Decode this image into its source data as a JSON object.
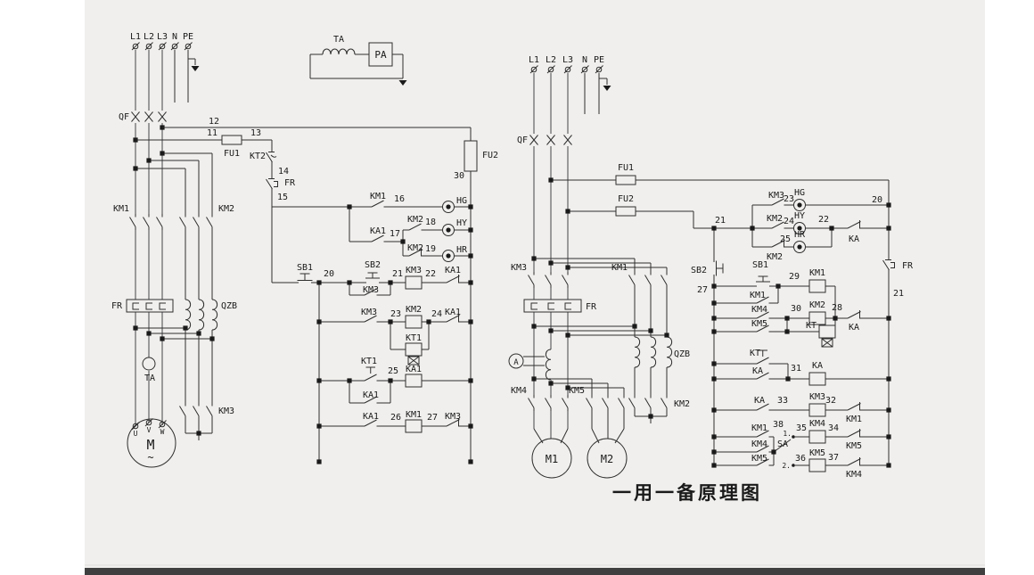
{
  "title": "一用一备原理图",
  "colors": {
    "background": "#f0efed",
    "line": "#2f2f2f",
    "power_line": "#9a9a9a",
    "bottom_bar": "#3f3f3f",
    "page": "#ffffff"
  },
  "left": {
    "phases": [
      "L1",
      "L2",
      "L3",
      "N",
      "PE"
    ],
    "qf": "QF",
    "w12": "12",
    "w11": "11",
    "fu1": "FU1",
    "w13": "13",
    "kt2": "KT2",
    "w14": "14",
    "fr_contact": "FR",
    "w15": "15",
    "km1": "KM1",
    "km2": "KM2",
    "fr": "FR",
    "qzb": "QZB",
    "ta": "TA",
    "km3": "KM3",
    "u": "U",
    "v": "V",
    "w": "W",
    "motor": "M",
    "wave": "~"
  },
  "meter": {
    "ta": "TA",
    "pa": "PA"
  },
  "lctrl": {
    "fu2": "FU2",
    "w30": "30",
    "r1": {
      "km1": "KM1",
      "w16": "16",
      "hg": "HG"
    },
    "r2": {
      "ka1": "KA1",
      "w17": "17",
      "km2": "KM2",
      "w18": "18",
      "hy": "HY"
    },
    "r3": {
      "km2": "KM2",
      "w19": "19",
      "hr": "HR"
    },
    "r4": {
      "sb1": "SB1",
      "w20": "20",
      "sb2": "SB2",
      "km3p": "KM3",
      "w21": "21",
      "km3": "KM3",
      "w22": "22",
      "ka1": "KA1"
    },
    "r5": {
      "km3": "KM3",
      "w23": "23",
      "km2": "KM2",
      "w24": "24",
      "ka1": "KA1",
      "kt1": "KT1"
    },
    "r6": {
      "kt1": "KT1",
      "w25": "25",
      "ka1": "KA1",
      "ka1p": "KA1"
    },
    "r7": {
      "ka1": "KA1",
      "w26": "26",
      "km1": "KM1",
      "w27": "27",
      "km3": "KM3"
    }
  },
  "right": {
    "phases": [
      "L1",
      "L2",
      "L3",
      "N",
      "PE"
    ],
    "qf": "QF",
    "fu1": "FU1",
    "fu2": "FU2",
    "km3": "KM3",
    "km1": "KM1",
    "fr": "FR",
    "ammeter": "A",
    "qzb": "QZB",
    "km4": "KM4",
    "km5": "KM5",
    "km2": "KM2",
    "m1": "M1",
    "m2": "M2"
  },
  "rctrl": {
    "w21": "21",
    "w20": "20",
    "fr": "FR",
    "w21b": "21",
    "sb2": "SB2",
    "w27": "27",
    "lamps": {
      "km3": "KM3",
      "w23": "23",
      "hg": "HG",
      "km2": "KM2",
      "w24": "24",
      "hy": "HY",
      "w22": "22",
      "ka": "KA",
      "km2b": "KM2",
      "w25": "25",
      "hr": "HR"
    },
    "r1": {
      "sb1": "SB1",
      "km1p": "KM1",
      "w29": "29",
      "km1": "KM1"
    },
    "r2": {
      "km4": "KM4",
      "w30": "30",
      "km2": "KM2",
      "w28": "28",
      "ka": "KA"
    },
    "r3": {
      "km5": "KM5",
      "kt": "KT"
    },
    "r4": {
      "kt": "KT",
      "kap": "KA",
      "w31": "31",
      "ka": "KA"
    },
    "r5": {
      "ka": "KA",
      "w33": "33",
      "km3": "KM3",
      "w32": "32",
      "km1": "KM1"
    },
    "r6": {
      "km1": "KM1",
      "km4": "KM4",
      "km5": "KM5",
      "w38": "38",
      "sa": "SA",
      "p1": "1.",
      "w35": "35",
      "km4c": "KM4",
      "w34": "34",
      "km5n": "KM5",
      "p2": "2.",
      "w36": "36",
      "km5c": "KM5",
      "w37": "37",
      "km4n": "KM4"
    }
  }
}
